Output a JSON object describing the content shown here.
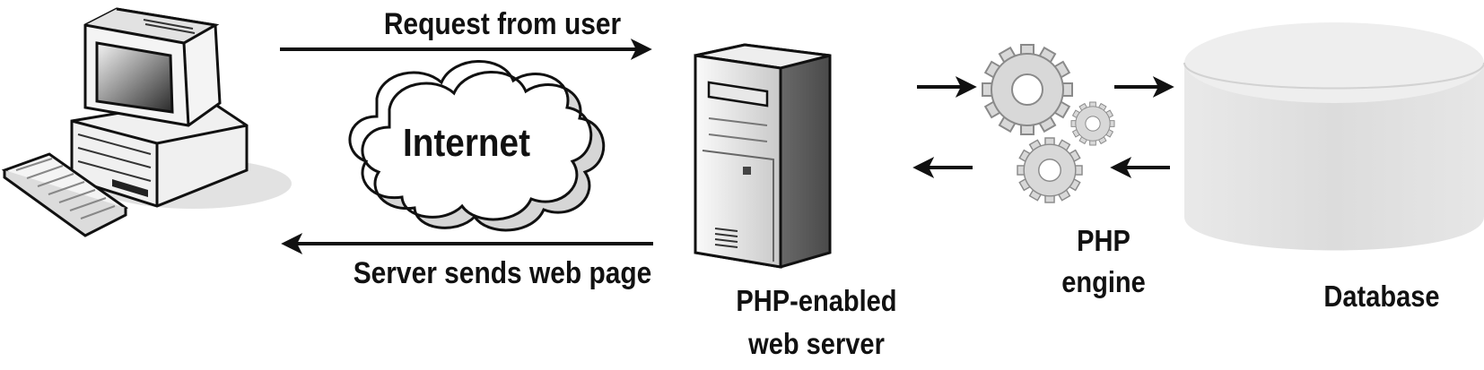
{
  "diagram": {
    "request_label": "Request from user",
    "response_label": "Server sends web page",
    "cloud_label": "Internet",
    "web_server_label": [
      "PHP-enabled",
      "web server"
    ],
    "php_engine_label": [
      "PHP",
      "engine"
    ],
    "database_label": "Database",
    "icons": [
      "client-computer-icon",
      "keyboard-icon",
      "internet-cloud-icon",
      "tower-server-icon",
      "gears-icon",
      "database-cylinder-icon"
    ],
    "colors": {
      "line": "#111111",
      "gear": "#c8c8c8",
      "database": "#e4e4e4"
    }
  }
}
